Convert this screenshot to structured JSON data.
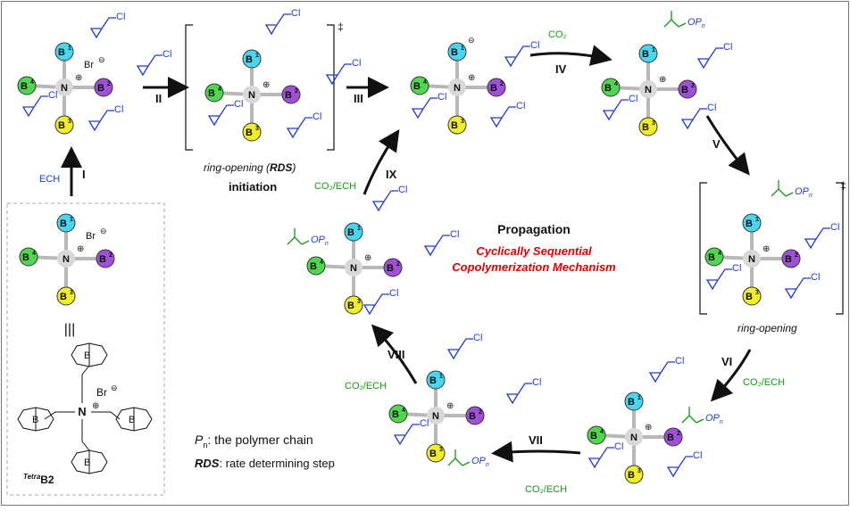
{
  "atoms": {
    "b1": "B",
    "b1_sup": "1",
    "b2": "B",
    "b2_sup": "2",
    "b3": "B",
    "b3_sup": "3",
    "b4": "B",
    "b4_sup": "4",
    "n": "N",
    "plus": "⊕",
    "minus": "⊖",
    "br": "Br",
    "o": "O",
    "cl": "Cl",
    "c": "C",
    "opn": "OP",
    "pn_sub": "n"
  },
  "colors": {
    "b1": "#49d6f0",
    "b2": "#a050d8",
    "b3": "#f2ee2a",
    "b4": "#4fd84f",
    "blue": "#1f3bd6",
    "green": "#129a12",
    "red": "#e00000"
  },
  "steps": {
    "i": "I",
    "ii": "II",
    "iii": "III",
    "iv": "IV",
    "v": "V",
    "vi": "VI",
    "vii": "VII",
    "viii": "VIII",
    "ix": "IX"
  },
  "reagents": {
    "ech": "ECH",
    "co2": "CO₂",
    "co2_ech": "CO₂/ECH"
  },
  "labels": {
    "ring_opening_rds_prefix": "ring-opening (",
    "ring_opening_rds_rds": "RDS",
    "ring_opening_rds_suffix": ")",
    "initiation": "initiation",
    "ring_opening": "ring-opening",
    "propagation": "Propagation",
    "mechanism_line1": "Cyclically Sequential",
    "mechanism_line2": "Copolymerization Mechanism",
    "pn_symbol": "P",
    "pn_subscript": "n",
    "pn_def": ": the polymer chain",
    "rds_symbol": "RDS",
    "rds_def": ": rate determining step",
    "catalyst_sup": "Tetra",
    "catalyst_name": "B2",
    "dagger": "‡",
    "equiv": "|||"
  }
}
